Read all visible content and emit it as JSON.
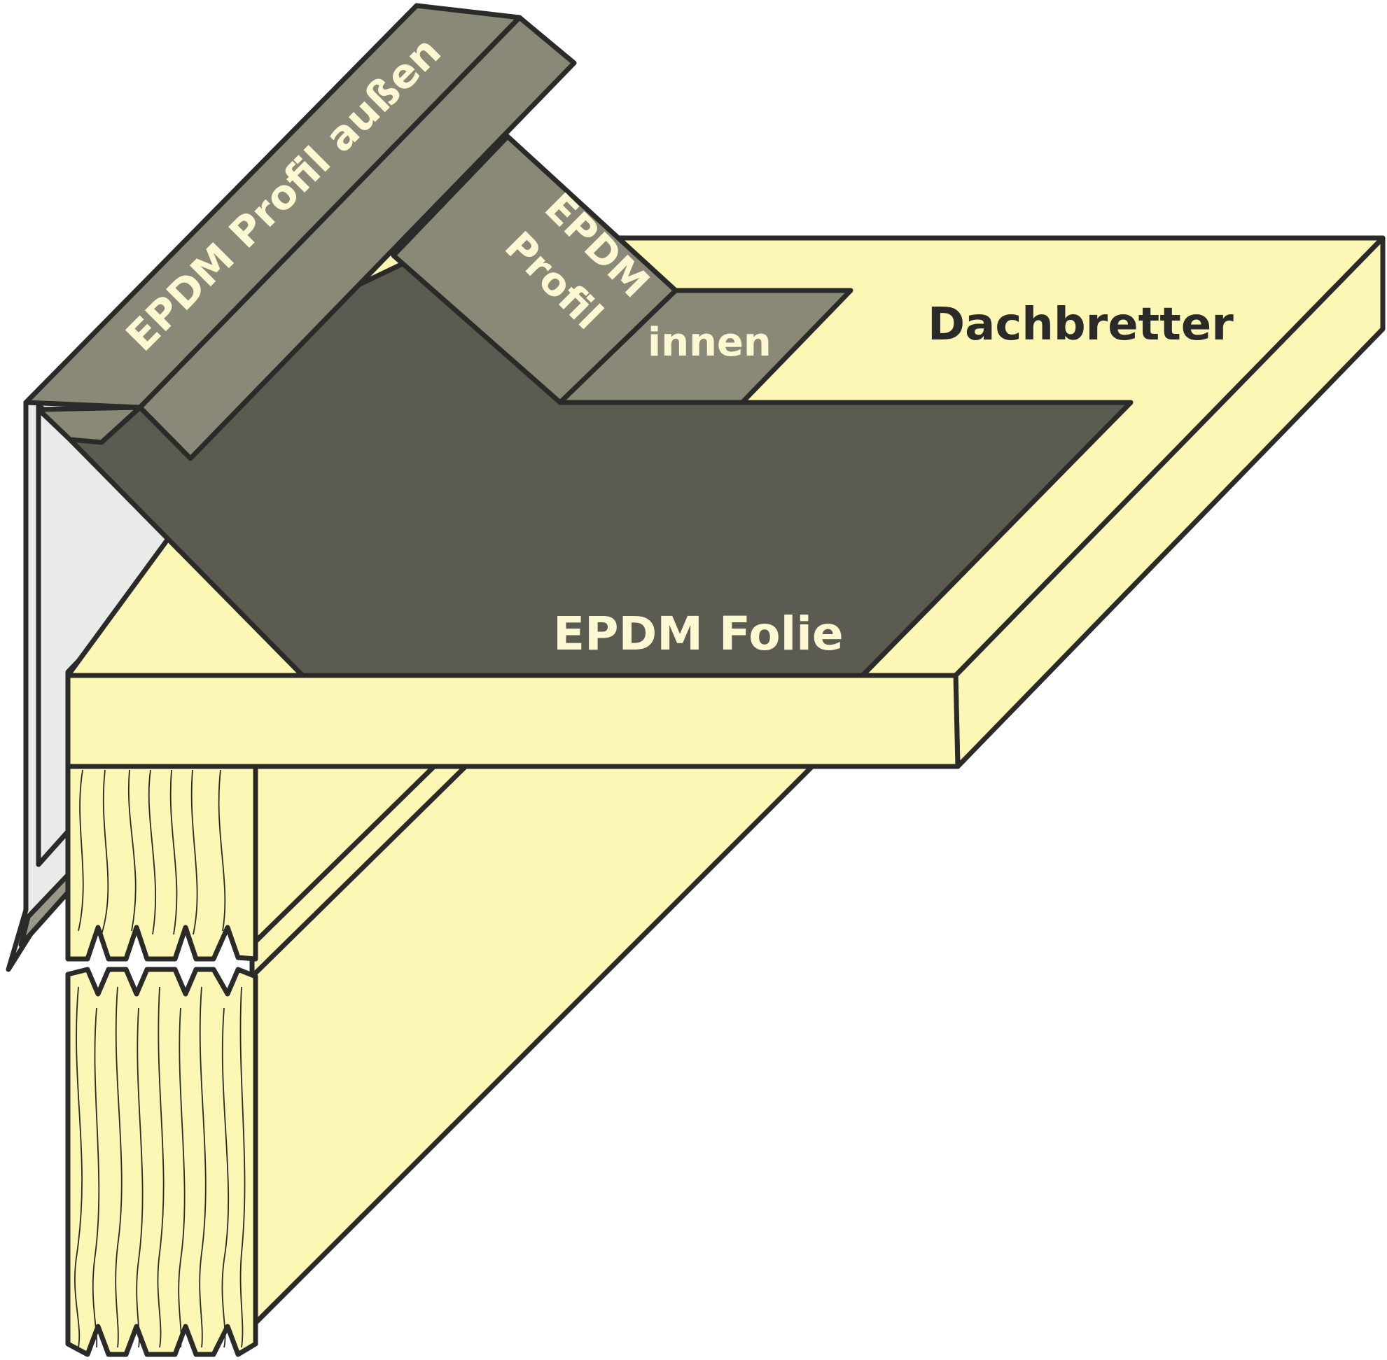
{
  "labels": {
    "profil_aussen": "EPDM Profil außen",
    "profil_innen_line1": "EPDM",
    "profil_innen_line2": "Profil",
    "profil_innen_line3": "innen",
    "dachbretter": "Dachbretter",
    "folie": "EPDM Folie"
  },
  "colors": {
    "wood": "#fdf7b5",
    "profile": "#8a8877",
    "membrane": "#5b5b51",
    "metal": "#e9ebe8",
    "outline": "#2a2a28",
    "profile_text": "#fcf8d2",
    "dark_text": "#2a2a28"
  }
}
